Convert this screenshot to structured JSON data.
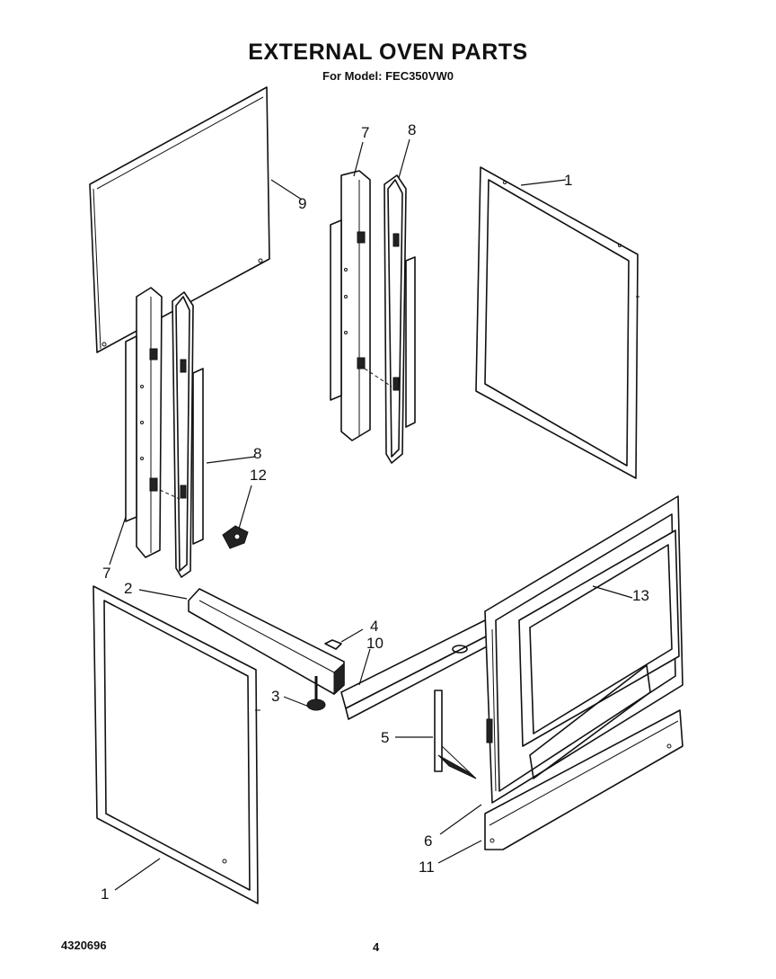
{
  "title": "EXTERNAL OVEN PARTS",
  "subtitle": "For Model: FEC350VW0",
  "doc_number": "4320696",
  "page_number": "4",
  "callouts": {
    "c1_top": "1",
    "c1_bottom": "1",
    "c2": "2",
    "c3": "3",
    "c4": "4",
    "c5": "5",
    "c6": "6",
    "c7_left": "7",
    "c7_top": "7",
    "c8_left": "8",
    "c8_top": "8",
    "c9": "9",
    "c10": "10",
    "c11": "11",
    "c12": "12",
    "c13": "13"
  }
}
